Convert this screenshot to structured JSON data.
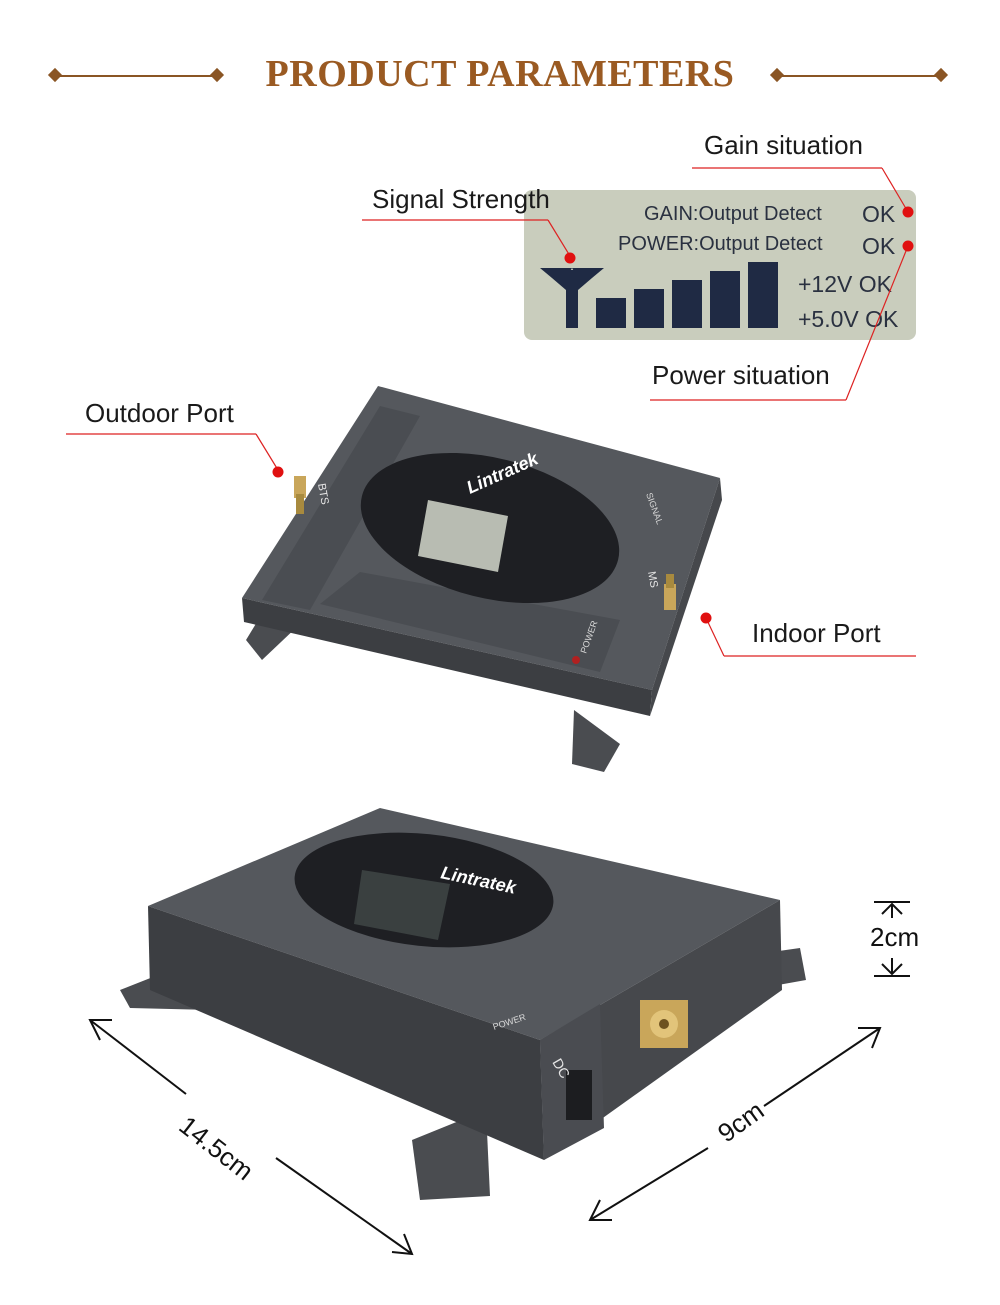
{
  "header": {
    "title": "PRODUCT PARAMETERS"
  },
  "callouts": {
    "gain_situation": "Gain situation",
    "signal_strength": "Signal Strength",
    "power_situation": "Power situation",
    "outdoor_port": "Outdoor Port",
    "indoor_port": "Indoor Port"
  },
  "lcd": {
    "gain_row": "GAIN:Output Detect",
    "power_row": "POWER:Output Detect",
    "ok1": "OK",
    "ok2": "OK",
    "v12": "+12V OK",
    "v5": "+5.0V OK",
    "signal_bars": 5
  },
  "device": {
    "brand": "Lintratek",
    "port_bts": "BTS",
    "port_ms": "MS",
    "signal_label": "SIGNAL",
    "power_label": "POWER",
    "dc_label": "DC"
  },
  "dimensions": {
    "length": "14.5cm",
    "width": "9cm",
    "height": "2cm"
  },
  "colors": {
    "accent": "#9a5a22",
    "callout_dot": "#e01010",
    "device": "#55585d",
    "lcd": "#c9cdbd"
  }
}
